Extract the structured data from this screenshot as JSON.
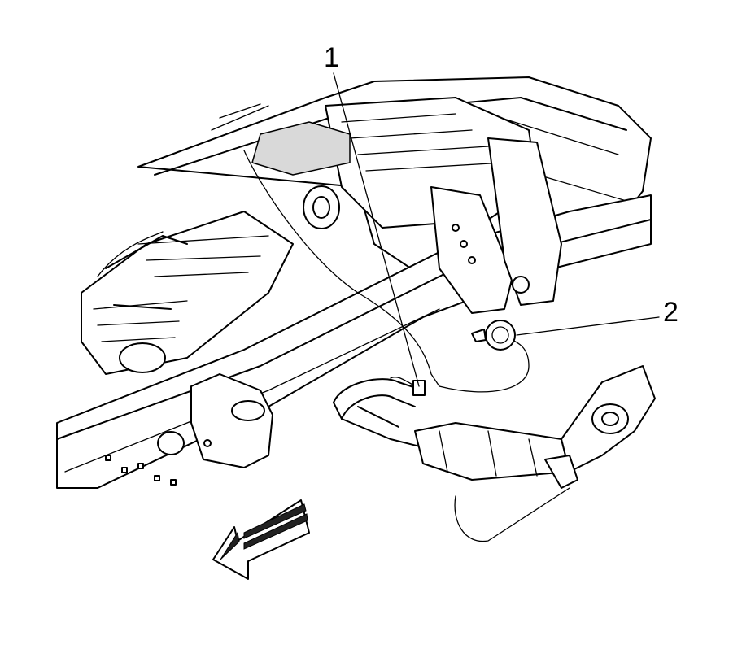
{
  "callouts": [
    {
      "number": "1",
      "target": "oxygen-sensor-connector"
    },
    {
      "number": "2",
      "target": "heated-oxygen-sensor"
    }
  ],
  "icons": {
    "direction_arrow": "front-direction-arrow-icon"
  },
  "colors": {
    "line": "#000000",
    "background": "#ffffff",
    "shade": "#d9d9d9"
  }
}
